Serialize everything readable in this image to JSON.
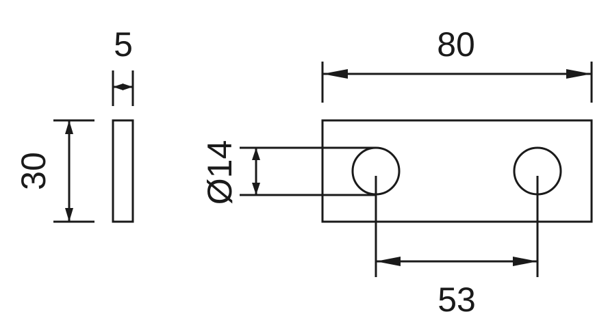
{
  "drawing": {
    "dimensions": {
      "thickness": "5",
      "height": "30",
      "length": "80",
      "hole_diameter": "Ø14",
      "hole_spacing": "53"
    }
  },
  "colors": {
    "line": "#1a1a1a",
    "background": "#ffffff"
  }
}
